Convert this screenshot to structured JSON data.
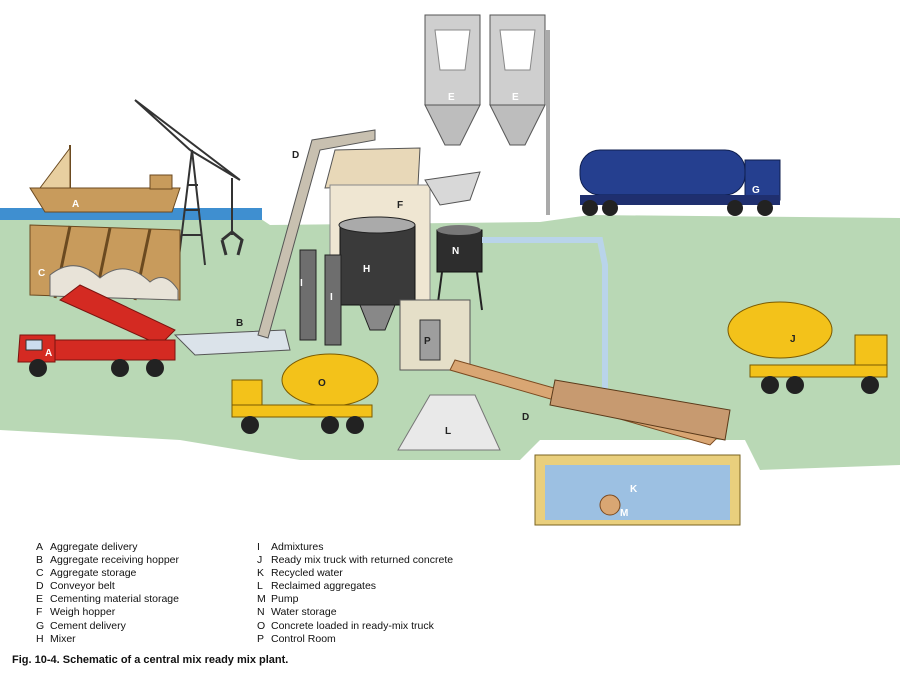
{
  "diagram_labels": {
    "A": "A",
    "B": "B",
    "C": "C",
    "D": "D",
    "E": "E",
    "F": "F",
    "G": "G",
    "H": "H",
    "I": "I",
    "J": "J",
    "K": "K",
    "L": "L",
    "M": "M",
    "N": "N",
    "O": "O",
    "P": "P"
  },
  "legend_left": [
    {
      "key": "A",
      "text": "Aggregate delivery"
    },
    {
      "key": "B",
      "text": "Aggregate receiving hopper"
    },
    {
      "key": "C",
      "text": "Aggregate storage"
    },
    {
      "key": "D",
      "text": "Conveyor belt"
    },
    {
      "key": "E",
      "text": "Cementing material storage"
    },
    {
      "key": "F",
      "text": "Weigh hopper"
    },
    {
      "key": "G",
      "text": "Cement delivery"
    },
    {
      "key": "H",
      "text": "Mixer"
    }
  ],
  "legend_right": [
    {
      "key": "I",
      "text": "Admixtures"
    },
    {
      "key": "J",
      "text": "Ready mix truck with returned concrete"
    },
    {
      "key": "K",
      "text": "Recycled water"
    },
    {
      "key": "L",
      "text": "Reclaimed aggregates"
    },
    {
      "key": "M",
      "text": "Pump"
    },
    {
      "key": "N",
      "text": "Water storage"
    },
    {
      "key": "O",
      "text": "Concrete loaded in ready-mix truck"
    },
    {
      "key": "P",
      "text": "Control Room"
    }
  ],
  "caption": "Fig. 10-4. Schematic of a central mix ready mix plant.",
  "colors": {
    "ground": "#b9d8b5",
    "water": "#3f8fd0",
    "truck_red": "#d42a22",
    "truck_yellow": "#f3c21a",
    "tanker_blue": "#253f8f",
    "concrete_tan": "#e8d8b8"
  }
}
